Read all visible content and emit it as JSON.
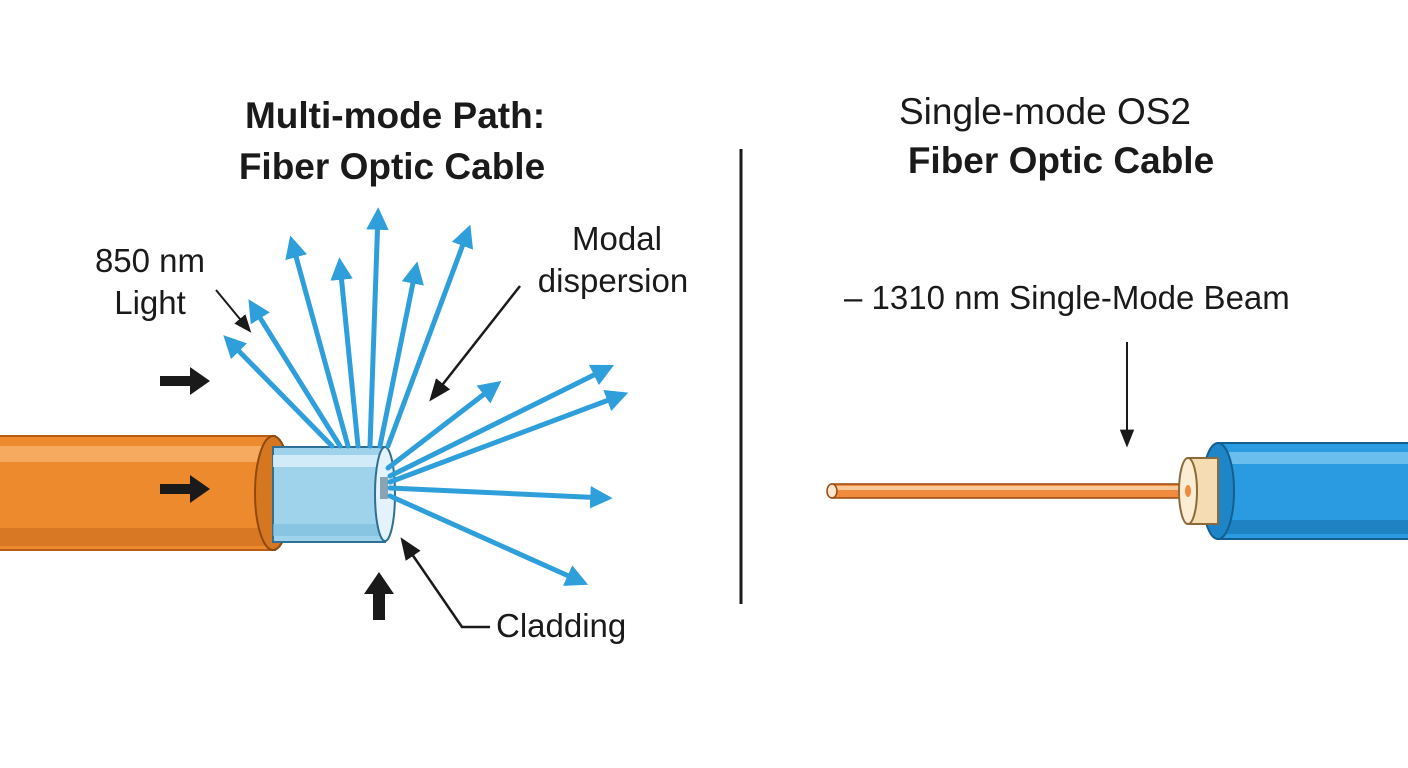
{
  "left_panel": {
    "title_line1": "Multi-mode Path:",
    "title_line2": "Fiber Optic Cable",
    "light_label_line1": "850 nm",
    "light_label_line2": "Light",
    "dispersion_label_line1": "Modal",
    "dispersion_label_line2": "dispersion",
    "cladding_label": "Cladding"
  },
  "right_panel": {
    "title_line1": "Single-mode OS2",
    "title_line2": "Fiber Optic Cable",
    "beam_label": "– 1310 nm Single-Mode Beam"
  },
  "colors": {
    "multimode_jacket": "#ee8a2e",
    "multimode_cladding": "#9fd3ec",
    "light_rays": "#2f9fdc",
    "singlemode_jacket": "#2a9be0",
    "singlemode_buffer": "#f6dcb3",
    "singlemode_beam": "#f08a3c",
    "arrows": "#1a1a1a"
  },
  "icons": {
    "pointer_arrows": "thick-arrow-icon",
    "leader_lines": "thin-arrow-icon"
  }
}
